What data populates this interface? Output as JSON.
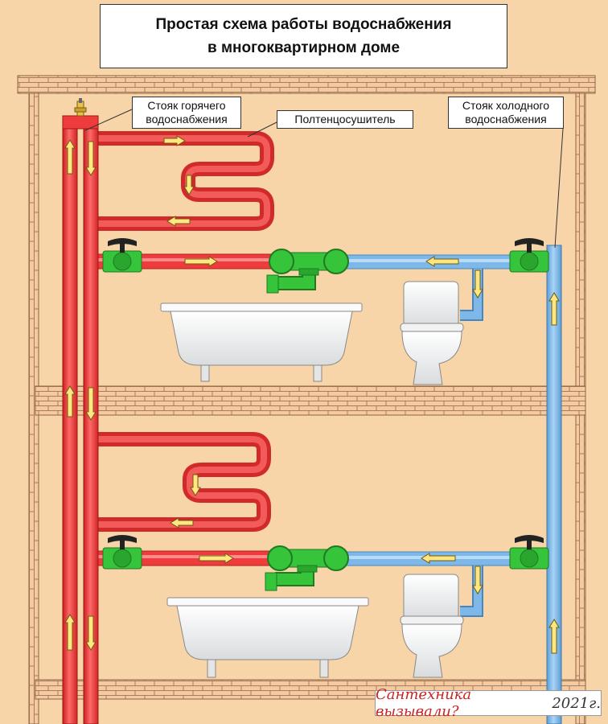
{
  "title": {
    "line1": "Простая схема работы водоснабжения",
    "line2": "в многоквартирном доме"
  },
  "labels": {
    "hot_riser": [
      "Стояк горячего",
      "водоснабжения"
    ],
    "towel_dryer": "Полтенцосушитель",
    "cold_riser": [
      "Стояк холодного",
      "водоснабжения"
    ]
  },
  "watermark": {
    "text": "Сантехника вызывали?",
    "year": "2021г."
  },
  "colors": {
    "background": "#f8d5a8",
    "brick": "#f5caa0",
    "hot_pipe": "#ee3b3b",
    "cold_pipe": "#7db8e8",
    "valve_green": "#35c43a",
    "arrow_yellow": "#ffe680"
  },
  "icons": [
    "hot-pipe",
    "cold-pipe",
    "ball-valve-icon",
    "flow-arrow-icon",
    "towel-dryer-icon",
    "bathtub-icon",
    "toilet-icon",
    "air-vent-icon",
    "mixer-tee-icon"
  ]
}
